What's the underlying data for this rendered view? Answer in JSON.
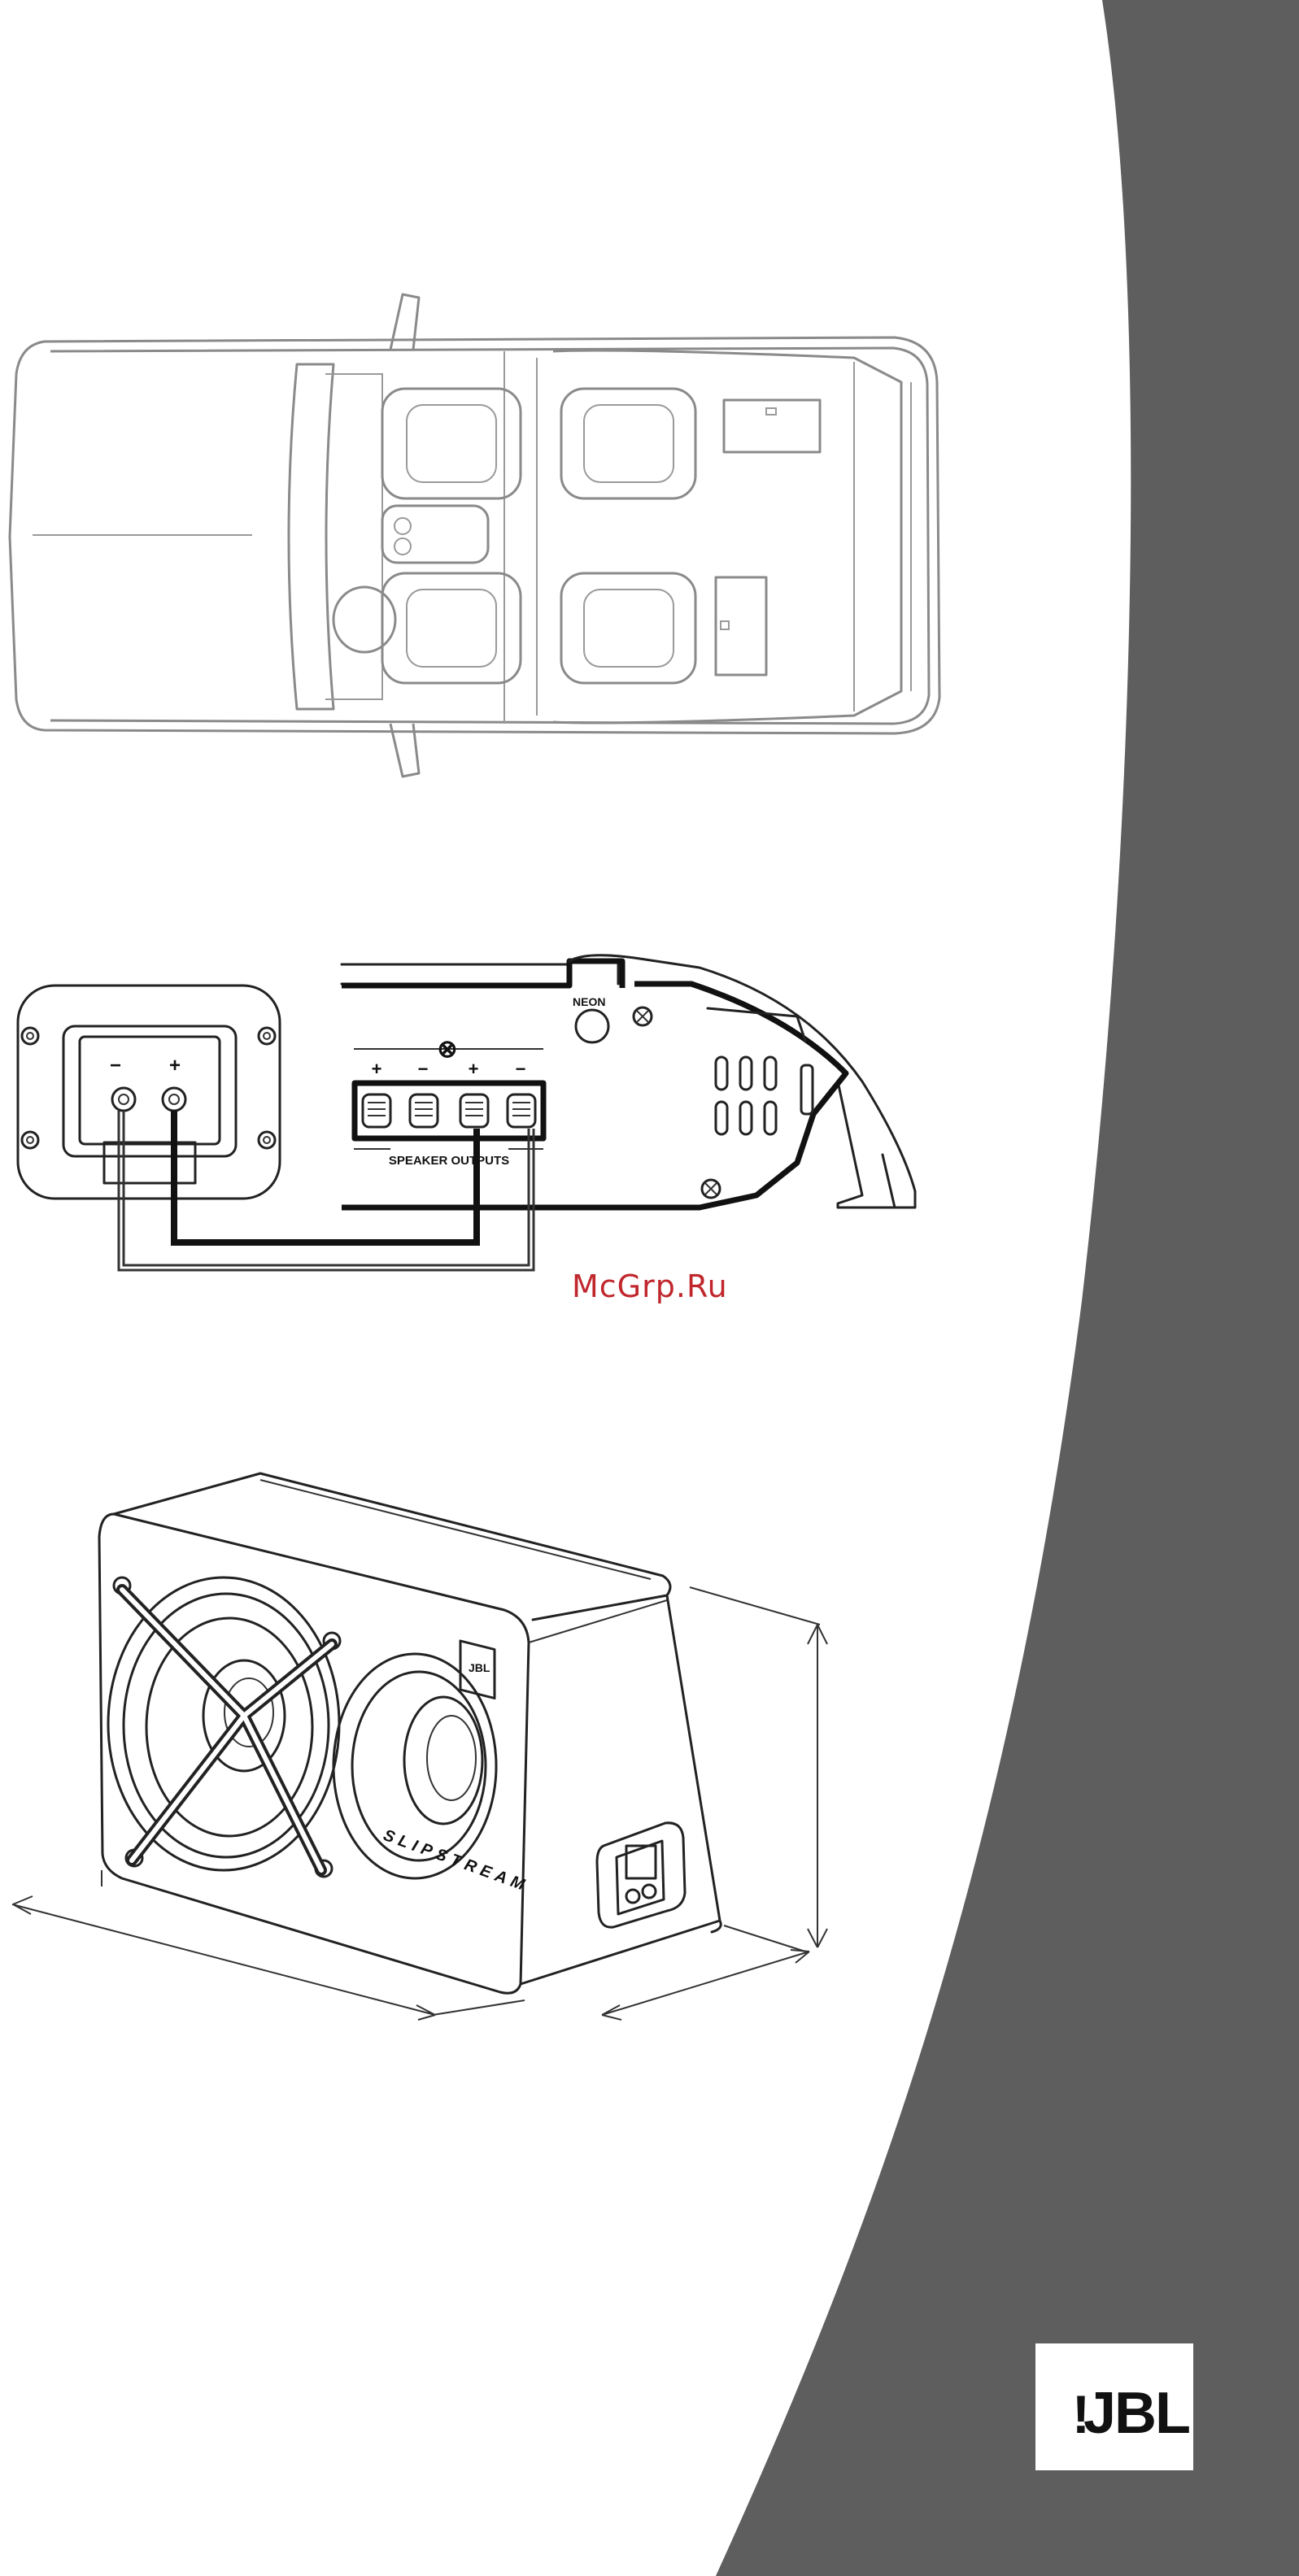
{
  "colors": {
    "panel": "#5e5e5e",
    "ink": "#222222",
    "car_outline": "#8a8a8a",
    "watermark": "#c0272d",
    "logo_bg": "#ffffff",
    "logo_text": "#111111"
  },
  "wiring_diagram": {
    "amp_neon_label": "NEON",
    "amp_speaker_outputs_label": "SPEAKER OUTPUTS",
    "amp_terminal_signs": [
      "+",
      "−",
      "+",
      "−"
    ],
    "amp_ground_symbol": "⊗",
    "sub_terminal_signs": [
      "−",
      "+"
    ]
  },
  "enclosure": {
    "badge_text": "JBL",
    "port_ring_text": "SLIPSTREAM"
  },
  "watermark": {
    "text": "McGrp.Ru"
  },
  "brand_logo": {
    "text": "JBL",
    "mark": "!"
  }
}
